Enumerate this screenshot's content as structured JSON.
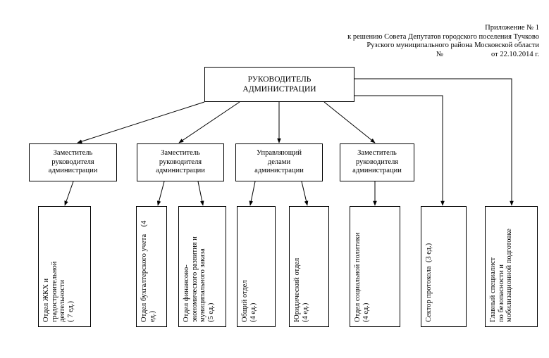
{
  "header": {
    "line1": "Приложение № 1",
    "line2": "к решению Совета Депутатов городского поселения Тучково",
    "line3": "Рузского муниципального района Московской области",
    "number_mark": "№",
    "date": "от 22.10.2014 г."
  },
  "head": {
    "line1": "РУКОВОДИТЕЛЬ",
    "line2": "АДМИНИСТРАЦИИ"
  },
  "level2": [
    {
      "line1": "Заместитель",
      "line2": "руководителя",
      "line3": "администрации"
    },
    {
      "line1": "Заместитель",
      "line2": "руководителя",
      "line3": "администрации"
    },
    {
      "line1": "Управляющий",
      "line2": "делами",
      "line3": "администрации"
    },
    {
      "line1": "Заместитель",
      "line2": "руководителя",
      "line3": "администрации"
    }
  ],
  "departments": [
    {
      "text": "Отдел ЖКХ и\nградостроительной\nдеятельности\n( 7 ед.)"
    },
    {
      "text": "Отдел бухгалтерского учета    (4\nед.)"
    },
    {
      "text": "Отдел финансово-\nэкономического развития и\nмуниципального заказа\n(5 ед.)"
    },
    {
      "text": "Общий отдел\n(4 ед.)"
    },
    {
      "text": "Юридический отдел\n(4 ед.)"
    },
    {
      "text": "Отдел социальной политики\n(4 ед.)"
    },
    {
      "text": "Сектор протокола  (3 ед.)"
    },
    {
      "text": "Главный специалист\nпо безопасности и\nмобилизационной подготовке"
    }
  ]
}
